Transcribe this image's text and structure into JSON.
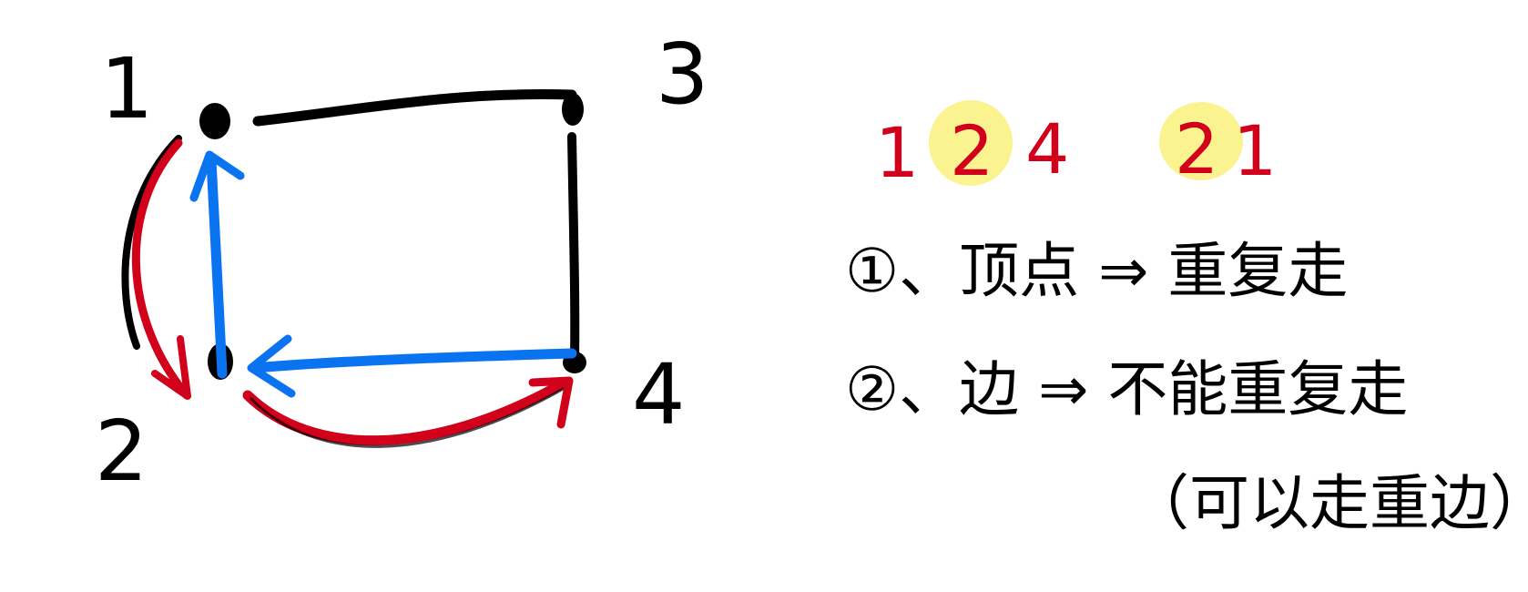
{
  "colors": {
    "ink": "#000000",
    "red": "#d1001b",
    "blue": "#0a74f0",
    "highlight": "#fbf28a"
  },
  "graph": {
    "vertex_labels": [
      "1",
      "2",
      "3",
      "4"
    ]
  },
  "path_sequence": [
    "1",
    "2",
    "4",
    "2",
    "1"
  ],
  "rules": {
    "rule1": "①、顶点 ⇒ 重复走",
    "rule2": "②、边 ⇒ 不能重复走",
    "note": "（可以走重边）"
  }
}
